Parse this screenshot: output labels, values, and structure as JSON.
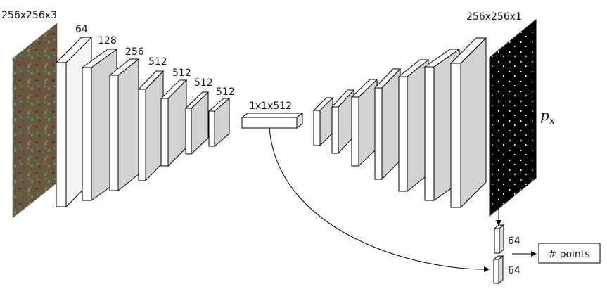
{
  "input_size_label": "256x256x3",
  "output_size_label": "256x256x1",
  "bottleneck_label": "1x1x512",
  "encoder_channels": [
    "64",
    "128",
    "256",
    "512",
    "512",
    "512",
    "512"
  ],
  "output_symbol": "p",
  "output_symbol_sub": "x",
  "head_channels": [
    "64",
    "64"
  ],
  "points_label": "# points"
}
